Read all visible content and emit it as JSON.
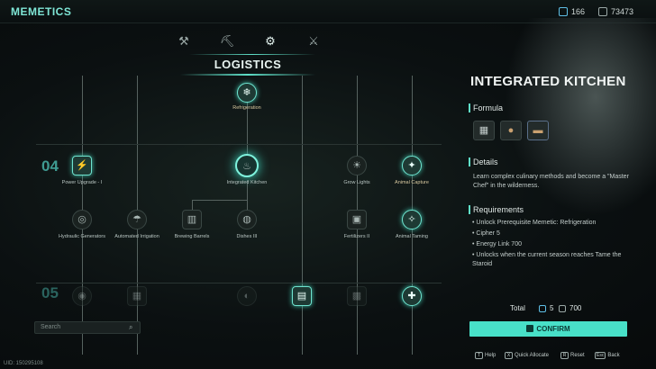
{
  "header": {
    "title": "MEMETICS",
    "cipher_count": "166",
    "energy_count": "73473"
  },
  "categories": [
    {
      "icon": "tools-icon",
      "glyph": "⚒"
    },
    {
      "icon": "construction-icon",
      "glyph": "⛏"
    },
    {
      "icon": "logistics-icon",
      "glyph": "⚙"
    },
    {
      "icon": "combat-icon",
      "glyph": "⚔"
    }
  ],
  "section_title": "LOGISTICS",
  "tiers": {
    "t4": "04",
    "t5": "05"
  },
  "nodes": {
    "refrigeration": "Refrigeration",
    "power_upgrade": "Power Upgrade - I",
    "integrated_kitchen": "Integrated Kitchen",
    "grow_lights": "Grow Lights",
    "animal_capture": "Animal Capture",
    "hydraulic_generators": "Hydraulic Generators",
    "automated_irrigation": "Automated Irrigation",
    "brewing_barrels": "Brewing Barrels",
    "dishes_iii": "Dishes III",
    "fertilizers_ii": "Fertilizers II",
    "animal_taming": "Animal Taming"
  },
  "search": {
    "placeholder": "Search"
  },
  "uid": "UID: 150295108",
  "panel": {
    "title": "INTEGRATED KITCHEN",
    "formula_label": "Formula",
    "details_label": "Details",
    "details_text": "Learn complex culinary methods and become a \"Master Chef\" in the wilderness.",
    "requirements_label": "Requirements",
    "requirements": [
      "• Unlock Prerequisite Memetic: Refrigeration",
      "• Cipher 5",
      "• Energy Link 700",
      "• Unlocks when the current season reaches Tame the Staroid"
    ],
    "total_label": "Total",
    "total_cipher": "5",
    "total_energy": "700",
    "confirm_label": "CONFIRM"
  },
  "hints": [
    {
      "key": "T",
      "label": "Help"
    },
    {
      "key": "X",
      "label": "Quick Allocate"
    },
    {
      "key": "R",
      "label": "Reset"
    },
    {
      "key": "Esc",
      "label": "Back"
    }
  ],
  "colors": {
    "accent": "#48e0c8",
    "background": "#0b1011"
  }
}
